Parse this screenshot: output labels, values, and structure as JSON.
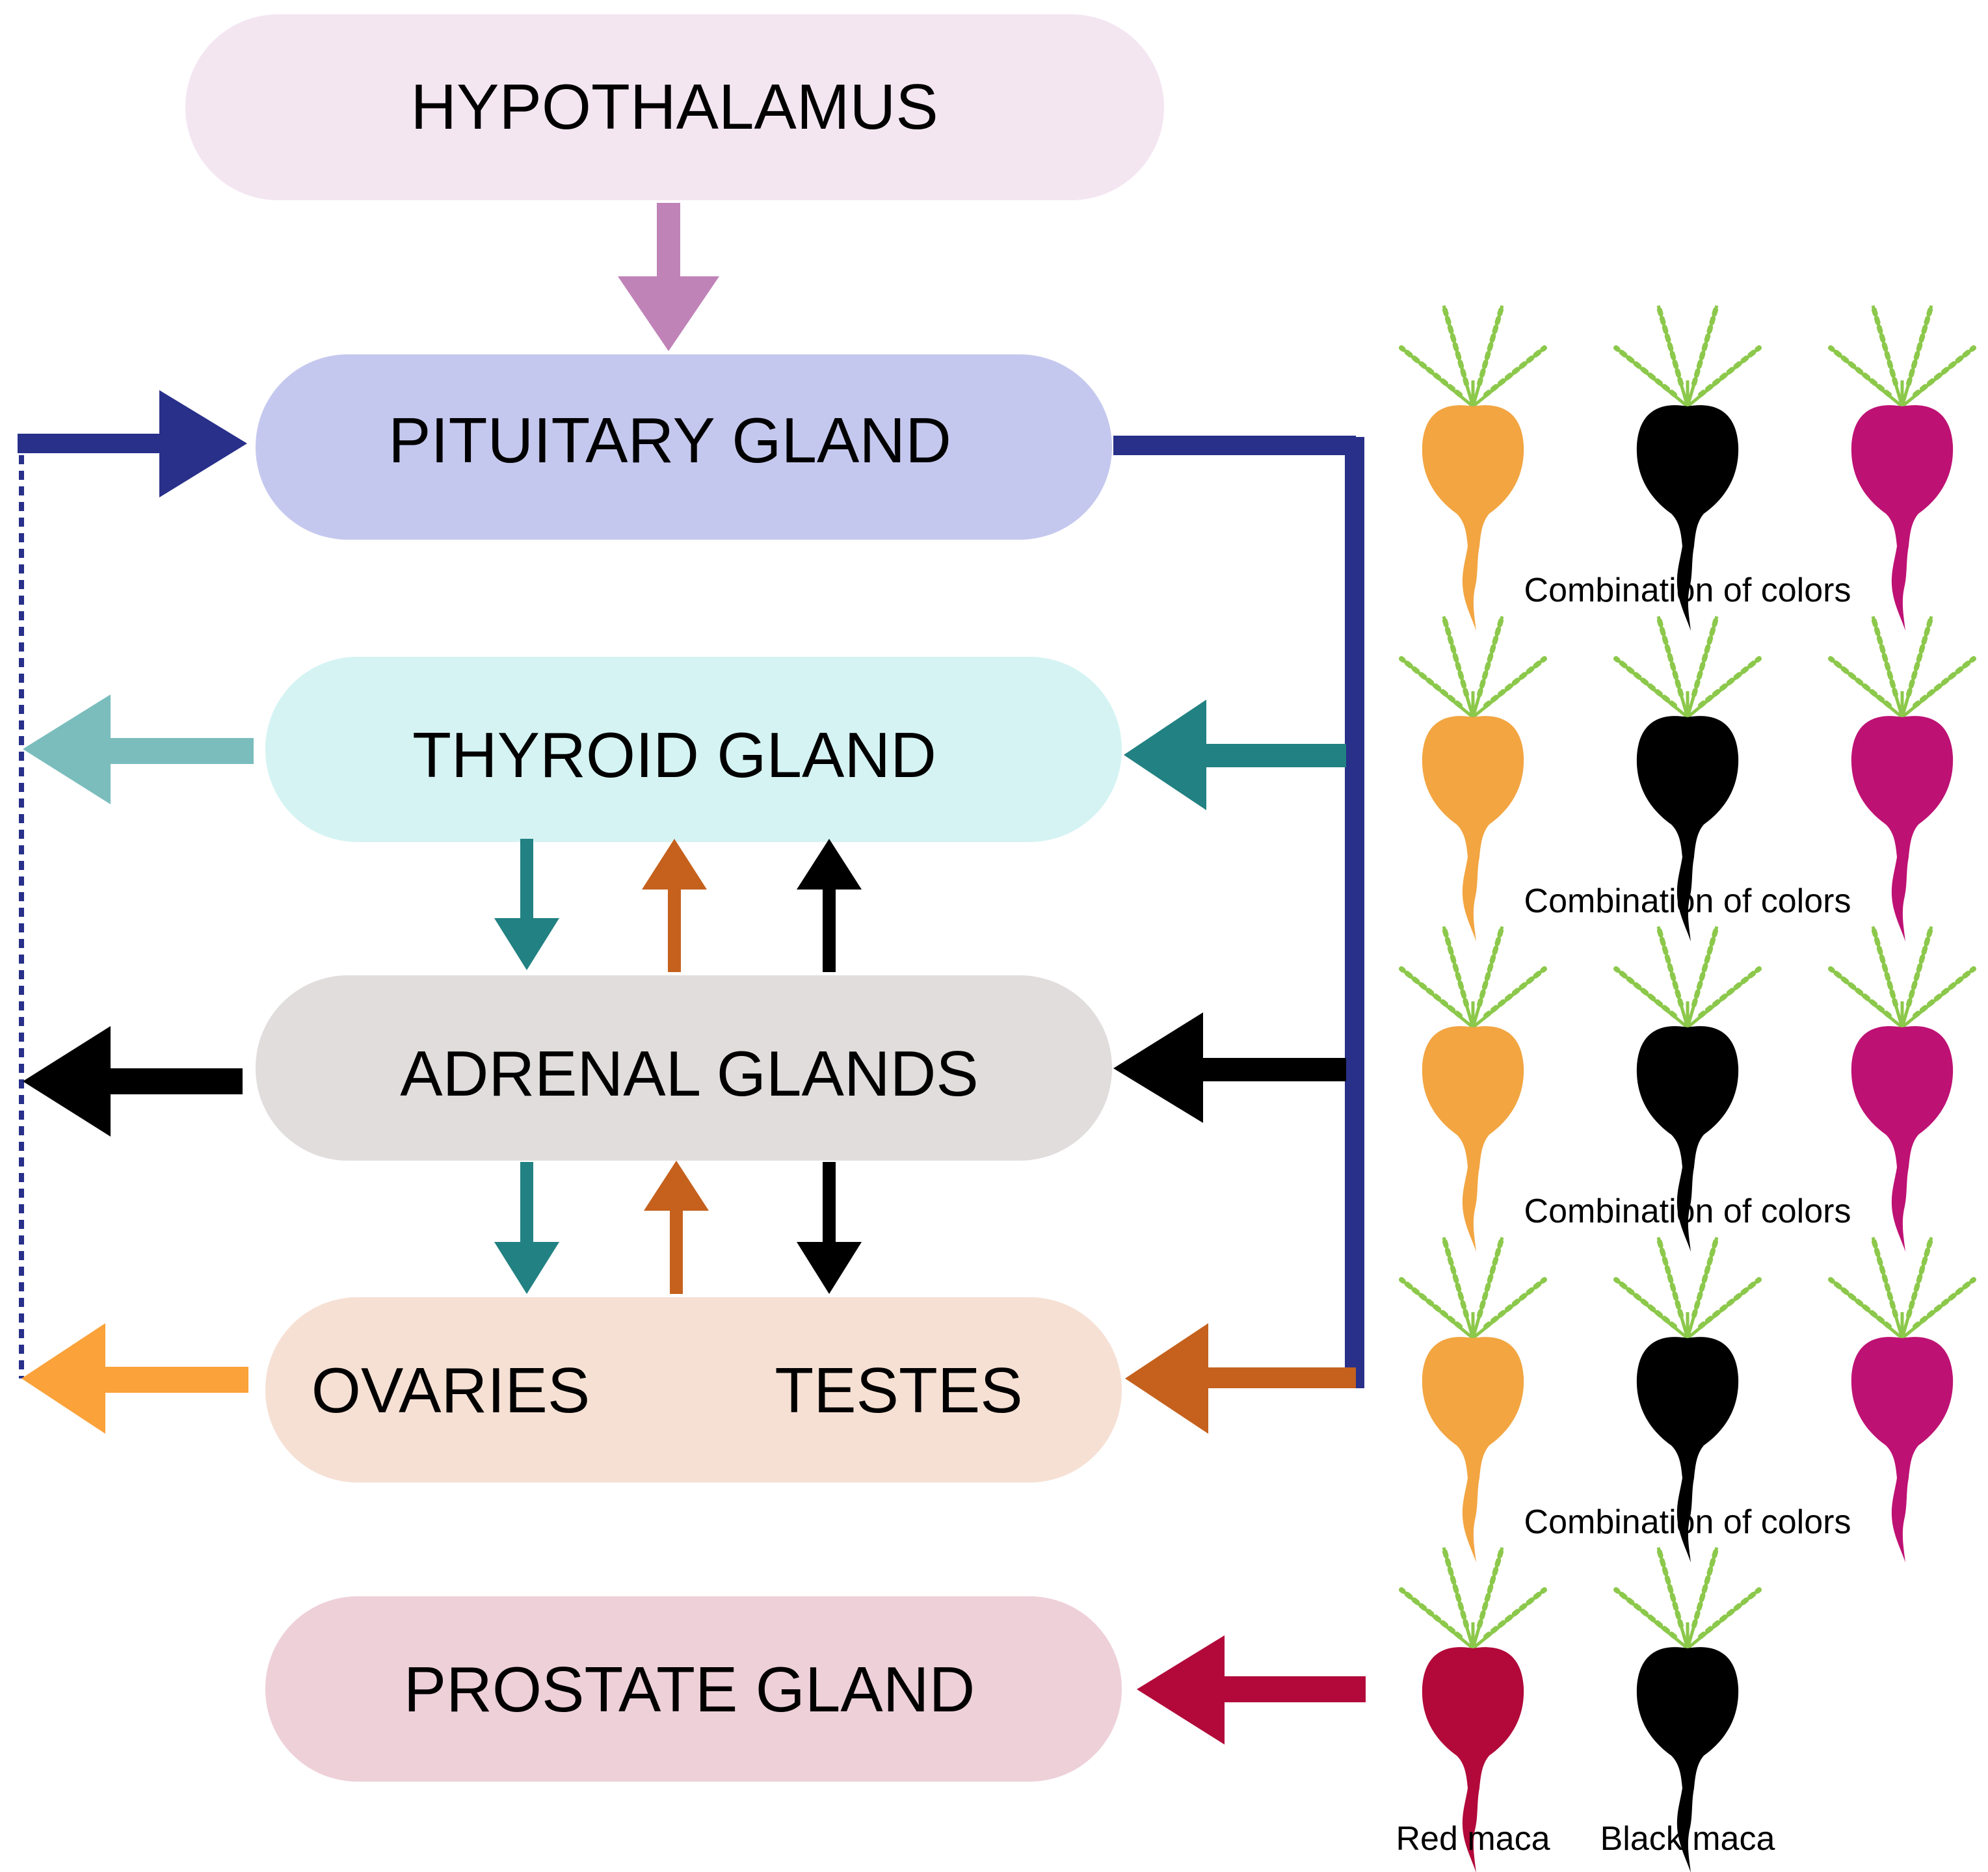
{
  "boxes": {
    "hypothalamus": {
      "label": "HYPOTHALAMUS",
      "fill": "#f3e6f1"
    },
    "pituitary": {
      "label": "PITUITARY GLAND",
      "fill": "#c5c8ee"
    },
    "thyroid": {
      "label": "THYROID GLAND",
      "fill": "#d5f3f3"
    },
    "adrenal": {
      "label": "ADRENAL GLANDS",
      "fill": "#e1dddd"
    },
    "gonads": {
      "label_left": "OVARIES",
      "label_right": "TESTES",
      "fill": "#f6e0d4"
    },
    "prostate": {
      "label": "PROSTATE GLAND",
      "fill": "#eed0d9"
    }
  },
  "colors": {
    "hypothalamus_arrow": "#c083b8",
    "navy": "#28308a",
    "teal": "#228182",
    "light_teal": "#7bbdbd",
    "orange_brown": "#c5611d",
    "light_orange": "#fba23a",
    "black": "#000000",
    "crimson": "#b2093a",
    "leaf_green": "#8cc84b",
    "maca_yellow": "#f2a541",
    "maca_black": "#000000",
    "maca_magenta": "#be1174",
    "maca_red": "#b2093a"
  },
  "maca_groups": [
    {
      "caption": "Combination of colors",
      "varieties": [
        "yellow",
        "black",
        "magenta"
      ]
    },
    {
      "caption": "Combination of colors",
      "varieties": [
        "yellow",
        "black",
        "magenta"
      ]
    },
    {
      "caption": "Combination of colors",
      "varieties": [
        "yellow",
        "black",
        "magenta"
      ]
    },
    {
      "caption": "Combination of colors",
      "varieties": [
        "yellow",
        "black",
        "magenta"
      ]
    }
  ],
  "maca_singles": [
    {
      "caption": "Red maca",
      "variety": "red"
    },
    {
      "caption": "Black maca",
      "variety": "black"
    }
  ]
}
